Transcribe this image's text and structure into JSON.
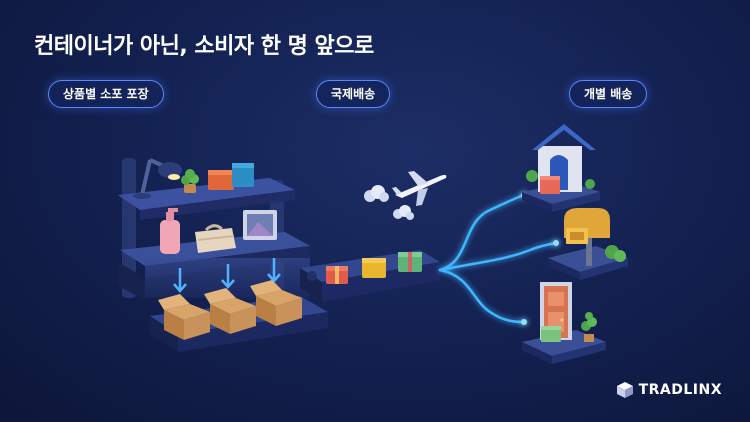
{
  "title": "컨테이너가 아닌, 소비자 한 명 앞으로",
  "steps": [
    {
      "label": "상품별 소포 포장"
    },
    {
      "label": "국제배송"
    },
    {
      "label": "개별 배송"
    }
  ],
  "brand": {
    "name": "TRADLINX"
  },
  "colors": {
    "background": "#142253",
    "accent": "#5a86ff",
    "route_glow": "#3fb6ff",
    "box": "#c8925a"
  },
  "icons": [
    "desk-lamp-icon",
    "airplane-icon",
    "house-icon",
    "mailbox-icon",
    "door-icon",
    "tradlinx-logo-icon"
  ]
}
